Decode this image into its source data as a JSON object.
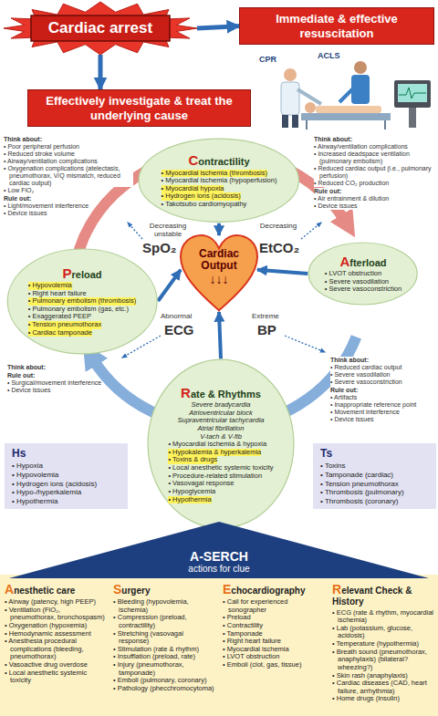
{
  "diagram": {
    "nodes": [
      {
        "text": [
          "Cardiac arrest"
        ]
      },
      {
        "text": [
          "Immediate & effective resuscitation"
        ]
      },
      {
        "text": [
          "Effectively investigate & treat the underlying cause"
        ]
      },
      {
        "text": [
          "Contractility",
          "• Myocardial ischemia (thrombosis)",
          "• Myocardial ischemia (hypoperfusion)",
          "• Myocardial hypoxia",
          "• Hydrogen ions (acidosis)",
          "• Takotsubo cardiomyopathy"
        ]
      },
      {
        "text": [
          "Preload",
          "• Hypovolemia",
          "• Right heart failure",
          "• Pulmonary embolism (thrombosis)",
          "• Pulmonary embolism (gas, etc.)",
          "• Exaggerated PEEP",
          "• Tension pneumothorax",
          "• Cardiac tamponade"
        ]
      },
      {
        "text": [
          "Cardiac Output",
          "↓↓↓"
        ]
      },
      {
        "text": [
          "Afterload",
          "• LVOT obstruction",
          "• Severe vasodilation",
          "• Severe vasoconstriction"
        ]
      },
      {
        "text": [
          "Rate & Rhythms",
          "Severe bradycardia",
          "Atrioventricular block",
          "Supraventricular tachycardia",
          "Atrial fibrillation",
          "V-tach & V-fib",
          "• Myocardial ischemia & hypoxia",
          "• Hypokalemia & hyperkalemia",
          "• Toxins & drugs",
          "• Local anesthetic systemic toxicity",
          "• Procedure-related stimulation",
          "• Vasovagal response",
          "• Hypoglycemia",
          "• Hypothermia"
        ]
      },
      {
        "text": [
          "Hs",
          "• Hypoxia",
          "• Hypovolemia",
          "• Hydrogen ions (acidosis)",
          "• Hypo-/hyperkalemia",
          "• Hypothermia"
        ]
      },
      {
        "text": [
          "Ts",
          "• Toxins",
          "• Tamponade (cardiac)",
          "• Tension pneumothorax",
          "• Thrombosis (pulmonary)",
          "• Thrombosis (coronary)"
        ]
      },
      {
        "text": [
          "A-SERCH",
          "actions for clue"
        ]
      },
      {
        "text": [
          "Anesthetic care",
          "• Airway (patency, high PEEP)",
          "• Ventilation (FiO₂, pneumothorax, bronchospasm)",
          "• Oxygenation (hypoxemia)",
          "• Hemodynamic assessment",
          "• Anesthesia procedural complications (bleeding, pneumothorax)",
          "• Vasoactive drug overdose",
          "• Local anesthetic systemic toxicity"
        ]
      },
      {
        "text": [
          "Surgery",
          "• Bleeding (hypovolemia, ischemia)",
          "• Compression (preload, contractility)",
          "• Stretching (vasovagal response)",
          "• Stimulation (rate & rhythm)",
          "• Insufflation (preload, rate)",
          "• Injury (pneumothorax, tamponade)",
          "• Emboli (pulmonary, coronary)",
          "• Pathology (phecchromocytoma)"
        ]
      },
      {
        "text": [
          "Echocardiography",
          "• Call for experienced sonographer",
          "• Preload",
          "• Contractility",
          "• Tamponade",
          "• Right heart failure",
          "• Myocardial ischemia",
          "• LVOT obstruction",
          "• Emboli (clot, gas, tissue)"
        ]
      },
      {
        "text": [
          "Relevant Check & History",
          "• ECG (rate & rhythm, myocardial ischemia)",
          "• Lab (potassium, glucose, acidosis)",
          "• Temperature (hypothermia)",
          "• Breath sound (pneumothorax, anaphylaxis) (bilateral? wheezing?)",
          "• Skin rash (anaphylaxis)",
          "• Cardiac diseases (CAD, heart failure, arrhythmia)",
          "• Home drugs (insulin)"
        ]
      }
    ],
    "edges": [
      {
        "from": 0,
        "to": 1,
        "arrow": "to"
      },
      {
        "from": 0,
        "to": 2,
        "arrow": "to"
      },
      {
        "from": 3,
        "to": 5,
        "arrow": "to"
      },
      {
        "from": 4,
        "to": 5,
        "arrow": "to"
      },
      {
        "from": 6,
        "to": 5,
        "arrow": "to"
      },
      {
        "from": 7,
        "to": 5,
        "arrow": "to"
      }
    ],
    "labels": [
      "CPR",
      "ACLS",
      "Think about:",
      "• Poor peripheral perfusion",
      "• Reduced stroke volume",
      "• Airway/ventilation complications",
      "• Oxygenation complications (atelectasis, pneumothorax, V/Q mismatch, reduced cardiac output)",
      "• Low FiO₂",
      "Rule out:",
      "• Light/movement interference",
      "• Device issues",
      "Think about:",
      "• Airway/ventilation complications",
      "• Increased deadspace ventilation (pulmonary embolism)",
      "• Reduced cardiac output (i.e., pulmonary perfusion)",
      "• Reduced CO₂ production",
      "Rule out:",
      "• Air entrainment & dilution",
      "• Device issues",
      "Decreasing unstable",
      "SpO₂",
      "Decreasing",
      "EtCO₂",
      "Abnormal",
      "ECG",
      "Extreme",
      "BP",
      "Think about:",
      "Rule out:",
      "• Surgical/movement interference",
      "• Device issues",
      "Think about:",
      "• Reduced cardiac output",
      "• Severe vasodilation",
      "• Severe vasoconstriction",
      "Rule out:",
      "• Artifacts",
      "• Inappropriate reference point",
      "• Movement interference",
      "• Device issues"
    ]
  }
}
